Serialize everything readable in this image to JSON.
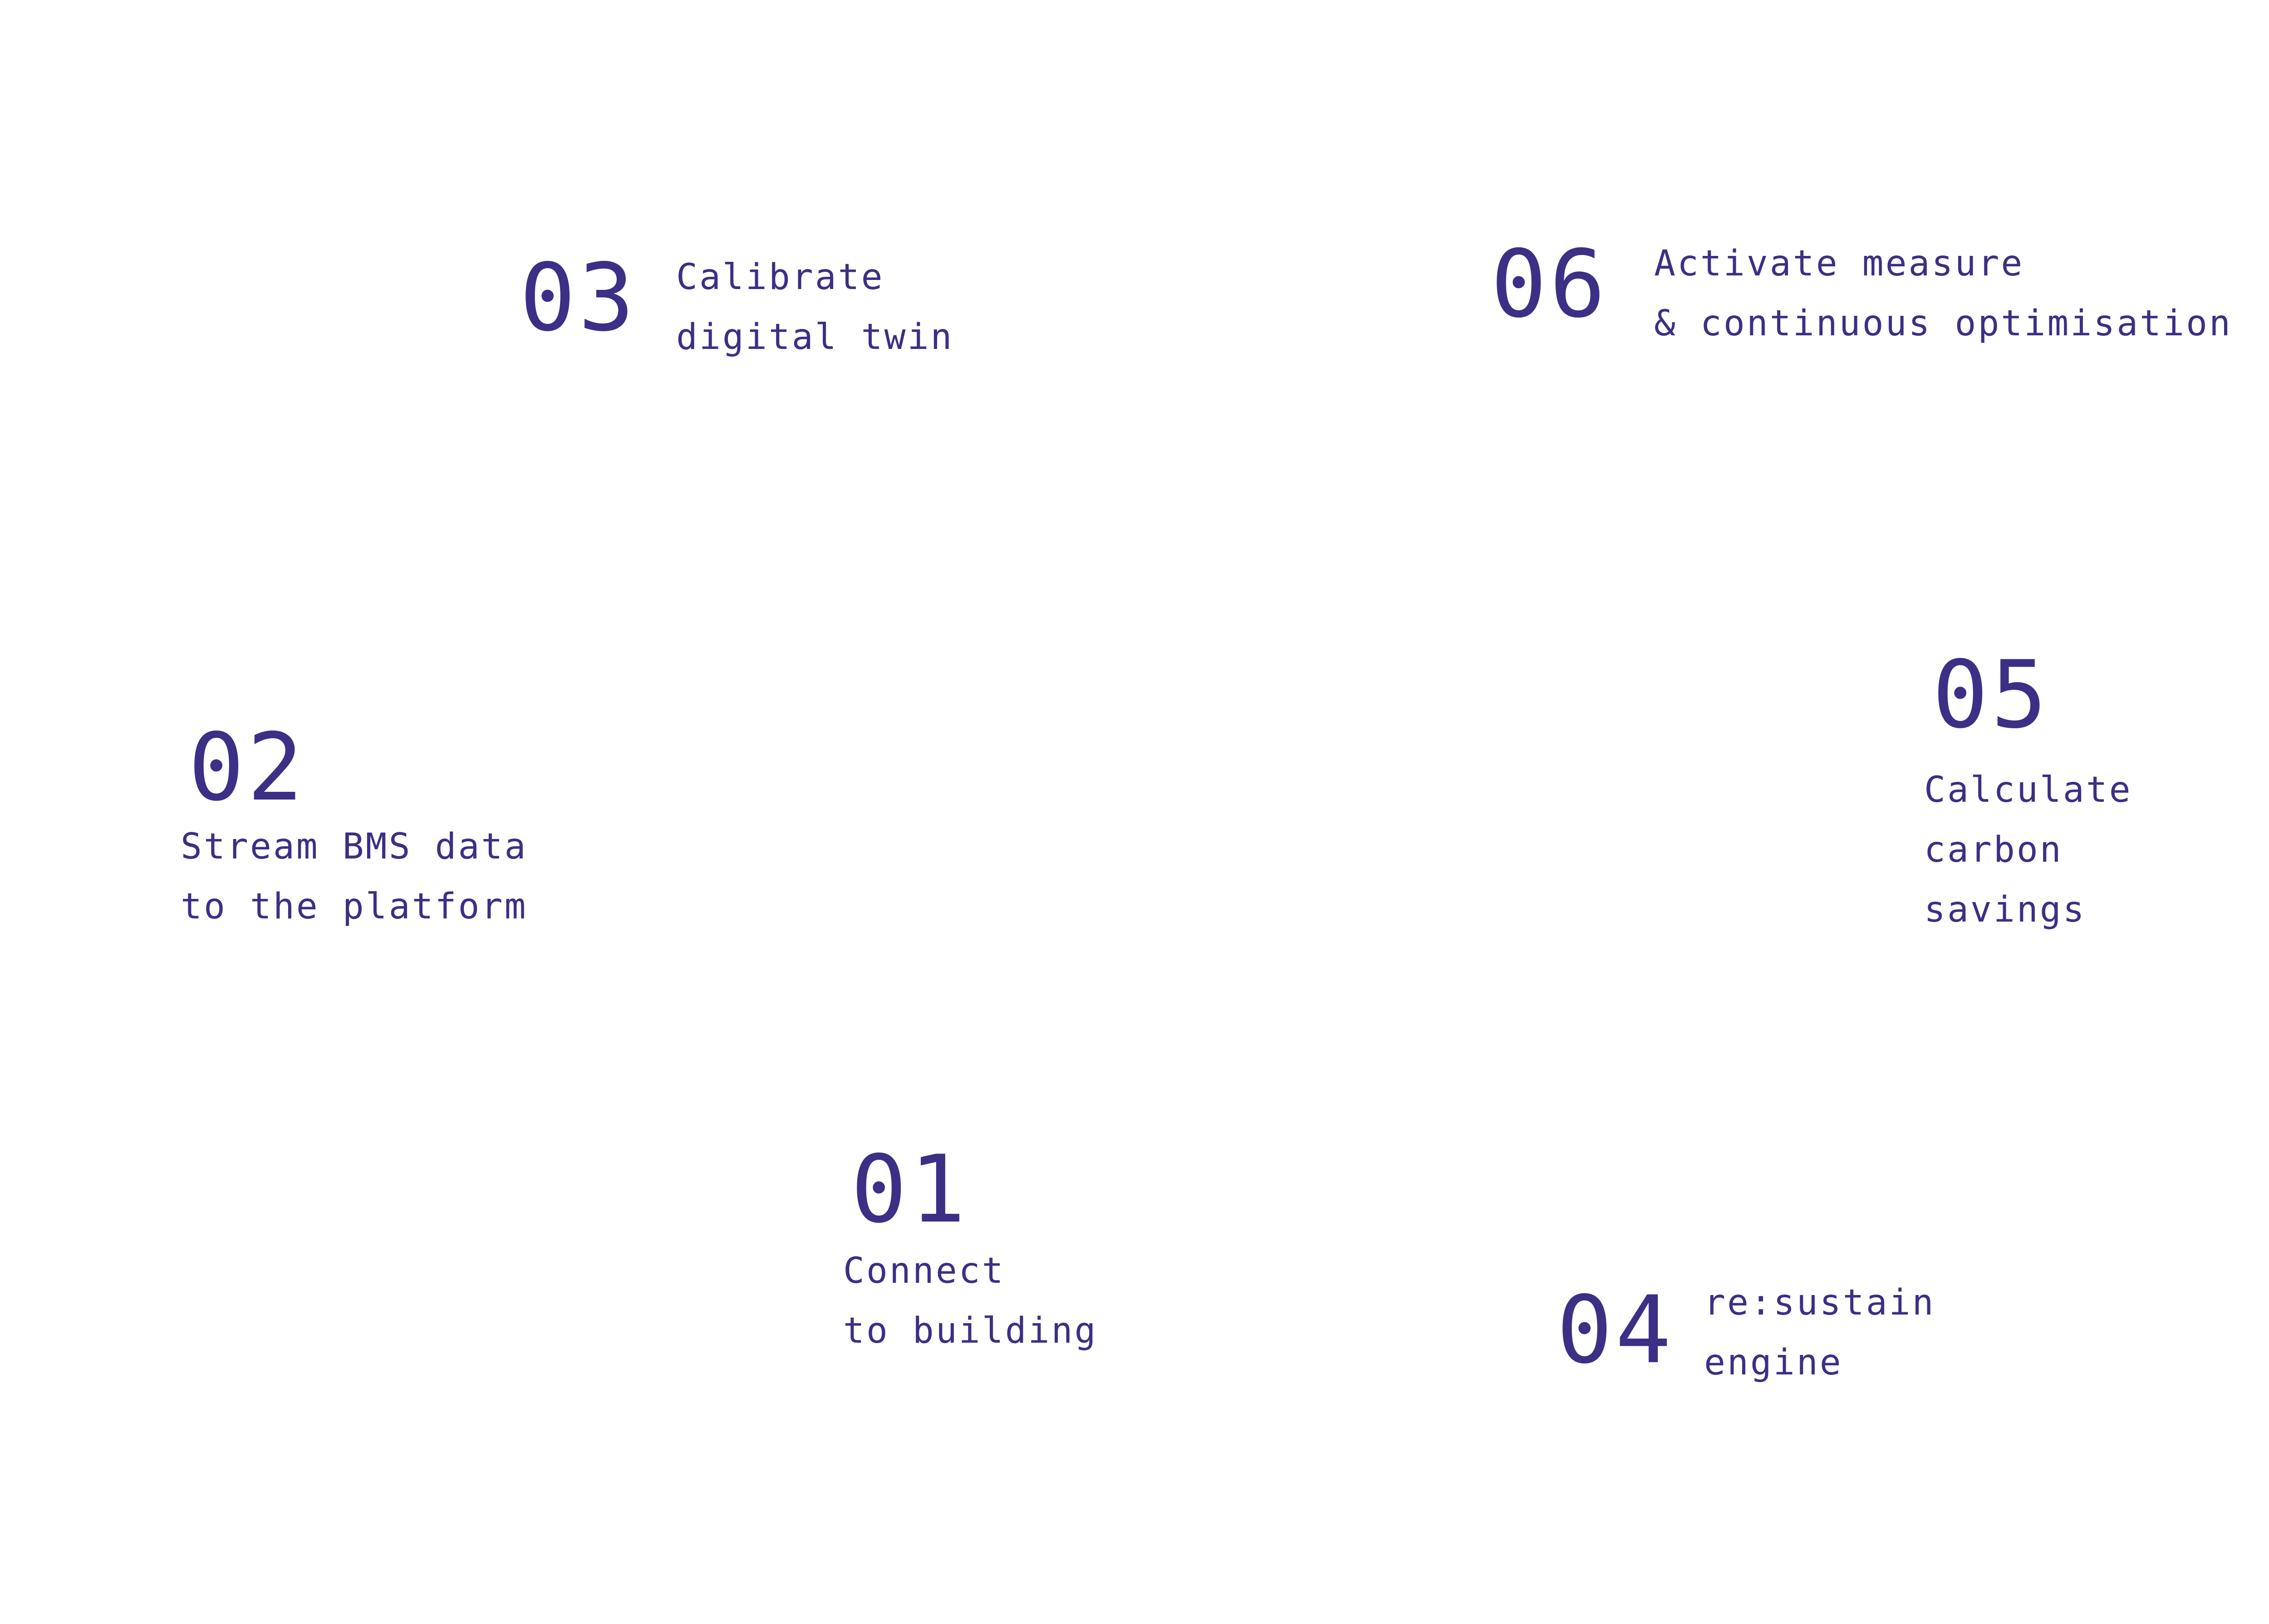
{
  "theme": {
    "accent": "#3b2f86",
    "background": "#ffffff"
  },
  "steps": [
    {
      "number": "01",
      "lines": [
        "Connect",
        "to building"
      ]
    },
    {
      "number": "02",
      "lines": [
        "Stream BMS data",
        "to the platform"
      ]
    },
    {
      "number": "03",
      "lines": [
        "Calibrate",
        "digital twin"
      ]
    },
    {
      "number": "04",
      "lines": [
        "re:sustain",
        "engine"
      ]
    },
    {
      "number": "05",
      "lines": [
        "Calculate",
        "carbon",
        "savings"
      ]
    },
    {
      "number": "06",
      "lines": [
        "Activate measure",
        "& continuous optimisation"
      ]
    }
  ]
}
